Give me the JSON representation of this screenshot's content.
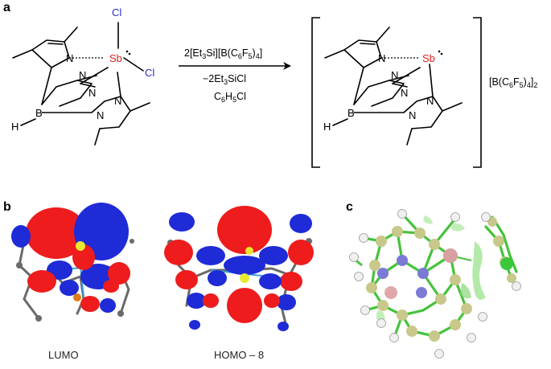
{
  "panels": {
    "a": "a",
    "b": "b",
    "c": "c"
  },
  "reaction": {
    "sb": "Sb",
    "cl_top": "Cl",
    "cl_right": "Cl",
    "n": "N",
    "b": "B",
    "h": "H",
    "reagent_main": "2[Et",
    "reagent_sub1": "3",
    "reagent_mid": "Si][B(C",
    "reagent_sub2": "6",
    "reagent_f": "F",
    "reagent_sub3": "5",
    "reagent_tail": ")",
    "reagent_sub4": "4",
    "reagent_end": "]",
    "byproduct_main": "−2Et",
    "byproduct_sub": "3",
    "byproduct_tail": "SiCl",
    "solvent_c": "C",
    "solvent_sub1": "6",
    "solvent_h": "H",
    "solvent_sub2": "5",
    "solvent_tail": "Cl",
    "anion_main": "[B(C",
    "anion_sub1": "6",
    "anion_f": "F",
    "anion_sub2": "5",
    "anion_close": ")",
    "anion_sub3": "4",
    "anion_bracket": "]",
    "anion_sub4": "2"
  },
  "orbitals": {
    "lumo_label": "LUMO",
    "homo_label": "HOMO – 8"
  },
  "colors": {
    "sb": "#e02020",
    "cl": "#2b2bc8",
    "lobe_red": "#ee1c1c",
    "lobe_blue": "#1f2bd6",
    "nci_green": "#46c23c"
  }
}
